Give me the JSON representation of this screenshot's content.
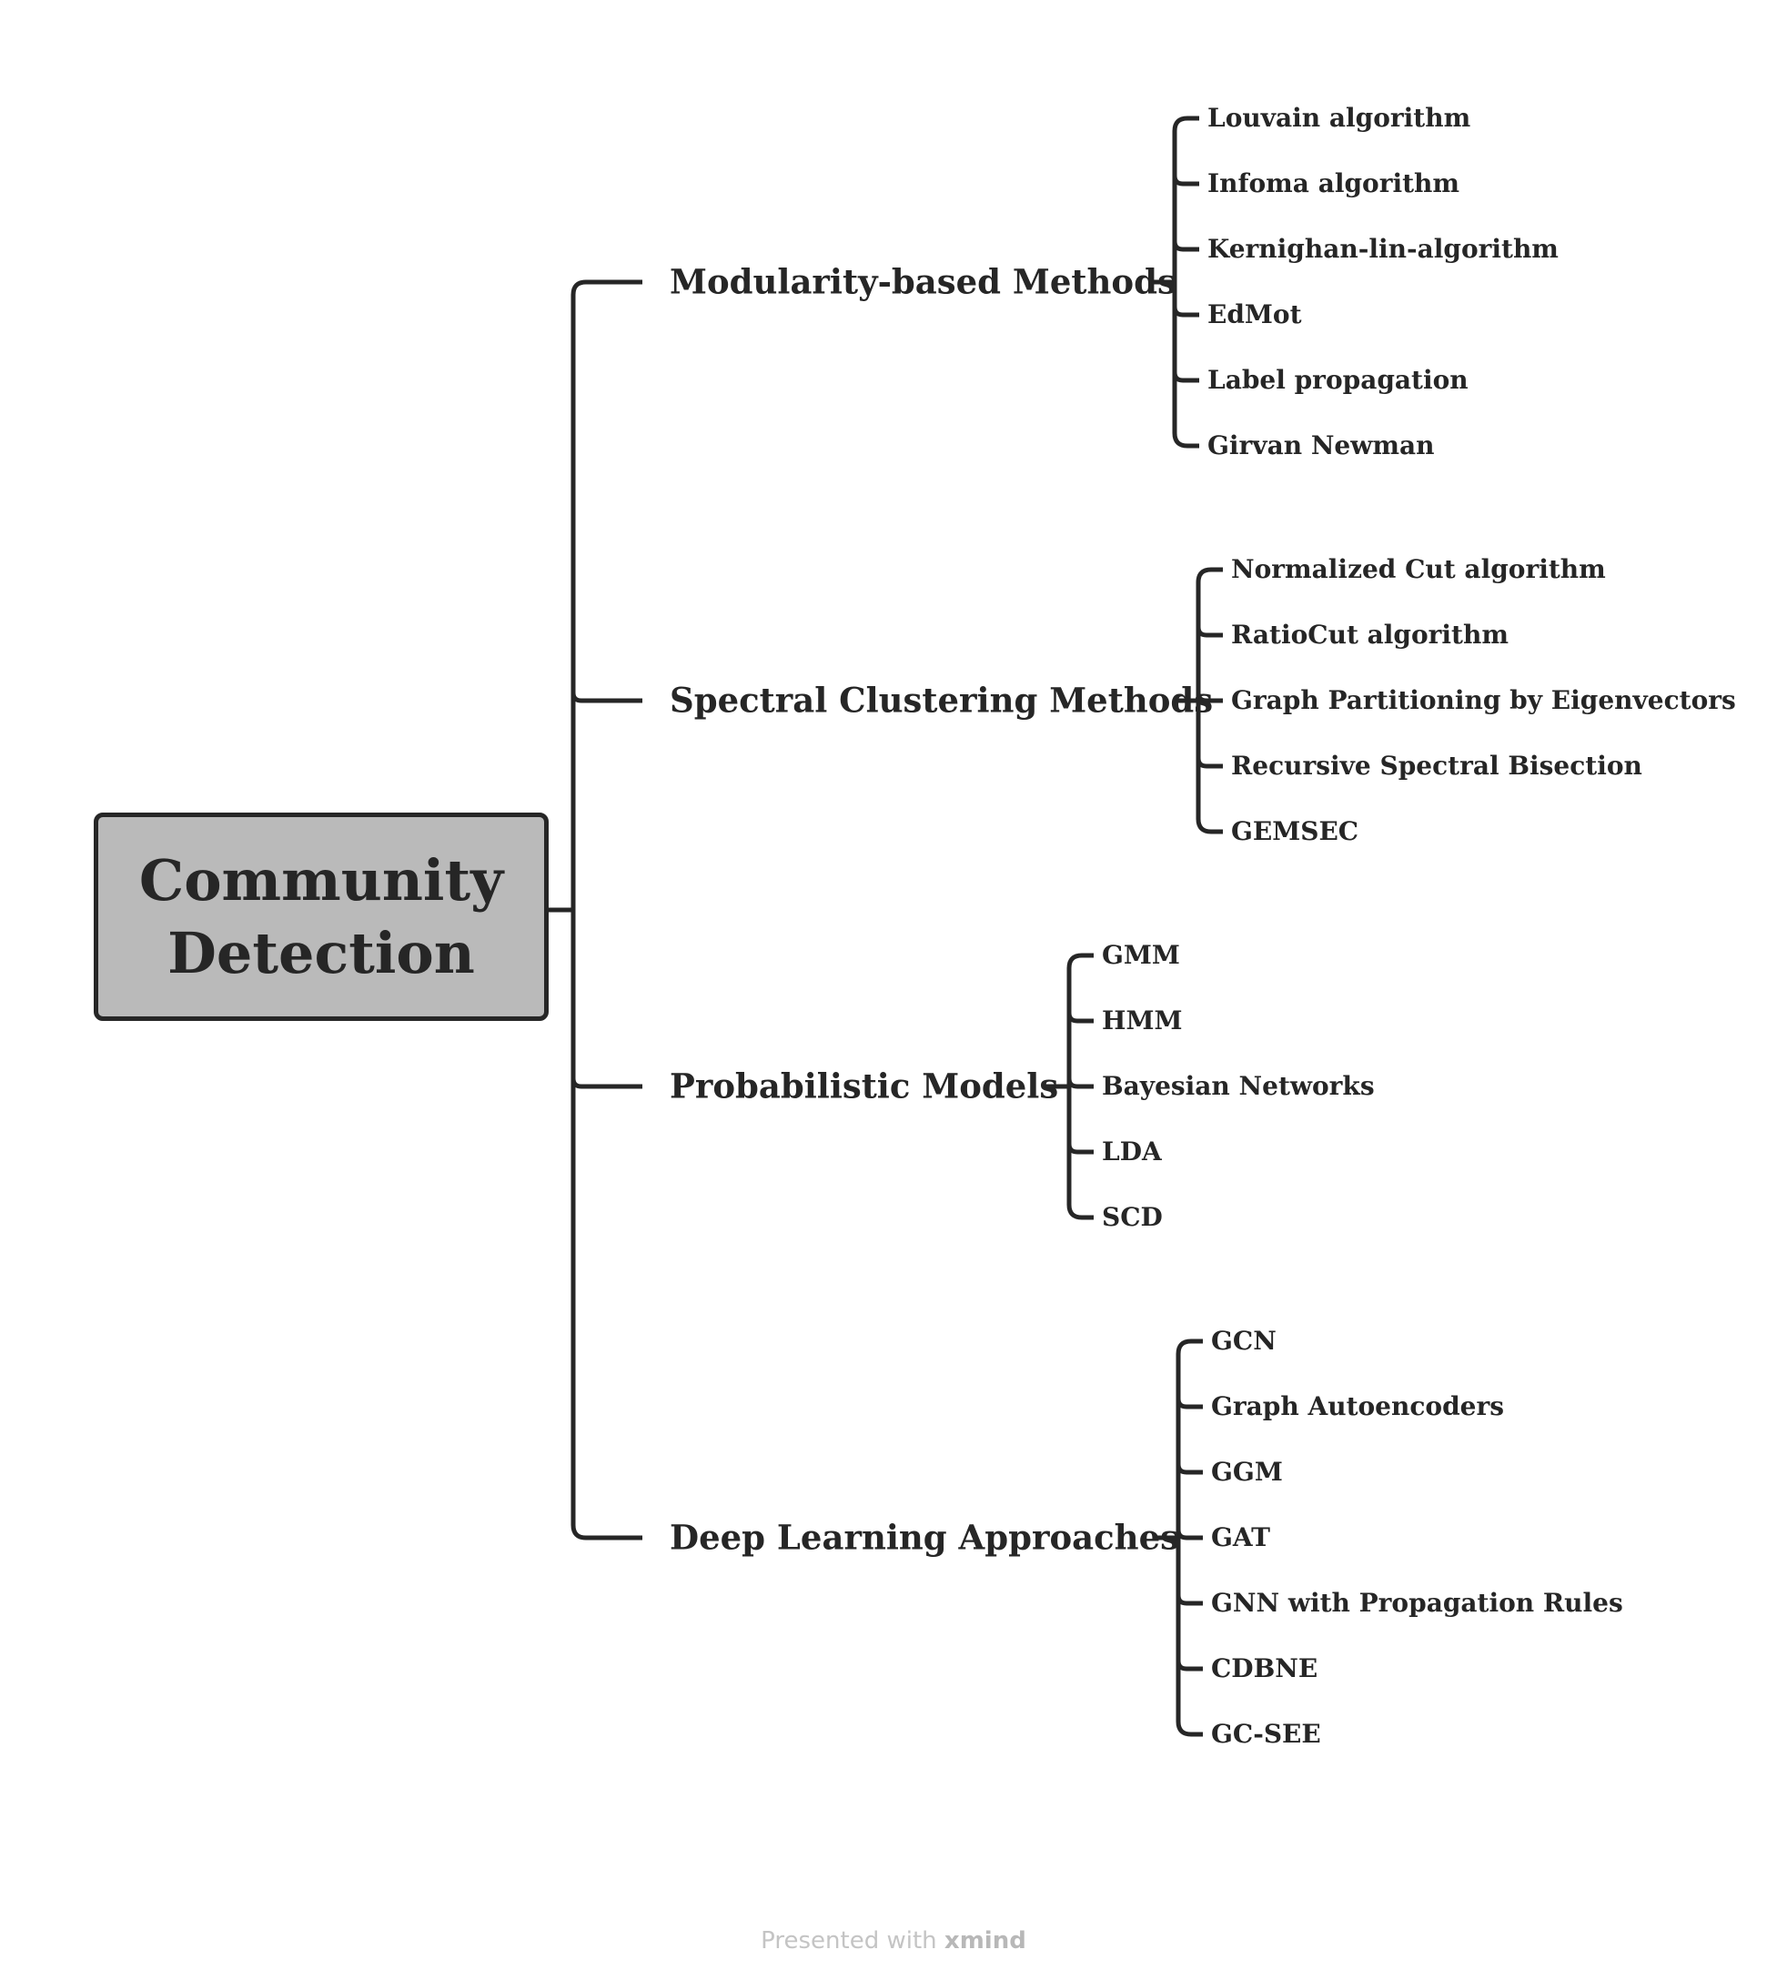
{
  "root": {
    "label": "Community\nDetection"
  },
  "branches": [
    {
      "label": "Modularity-based Methods",
      "children": [
        "Louvain algorithm",
        "Infoma algorithm",
        "Kernighan-lin-algorithm",
        "EdMot",
        "Label propagation",
        "Girvan Newman"
      ]
    },
    {
      "label": "Spectral Clustering Methods",
      "children": [
        "Normalized Cut algorithm",
        "RatioCut algorithm",
        "Graph Partitioning by Eigenvectors",
        "Recursive Spectral Bisection",
        "GEMSEC"
      ]
    },
    {
      "label": "Probabilistic Models",
      "children": [
        "GMM",
        "HMM",
        "Bayesian Networks",
        "LDA",
        "SCD"
      ]
    },
    {
      "label": "Deep Learning Approaches",
      "children": [
        "GCN",
        "Graph Autoencoders",
        "GGM",
        "GAT",
        "GNN with Propagation Rules",
        "CDBNE",
        "GC-SEE"
      ]
    }
  ],
  "footer": {
    "prefix": "Presented with ",
    "brand": "xmind"
  },
  "colors": {
    "line": "#262626",
    "root_fill": "#bababa",
    "text": "#262626"
  }
}
